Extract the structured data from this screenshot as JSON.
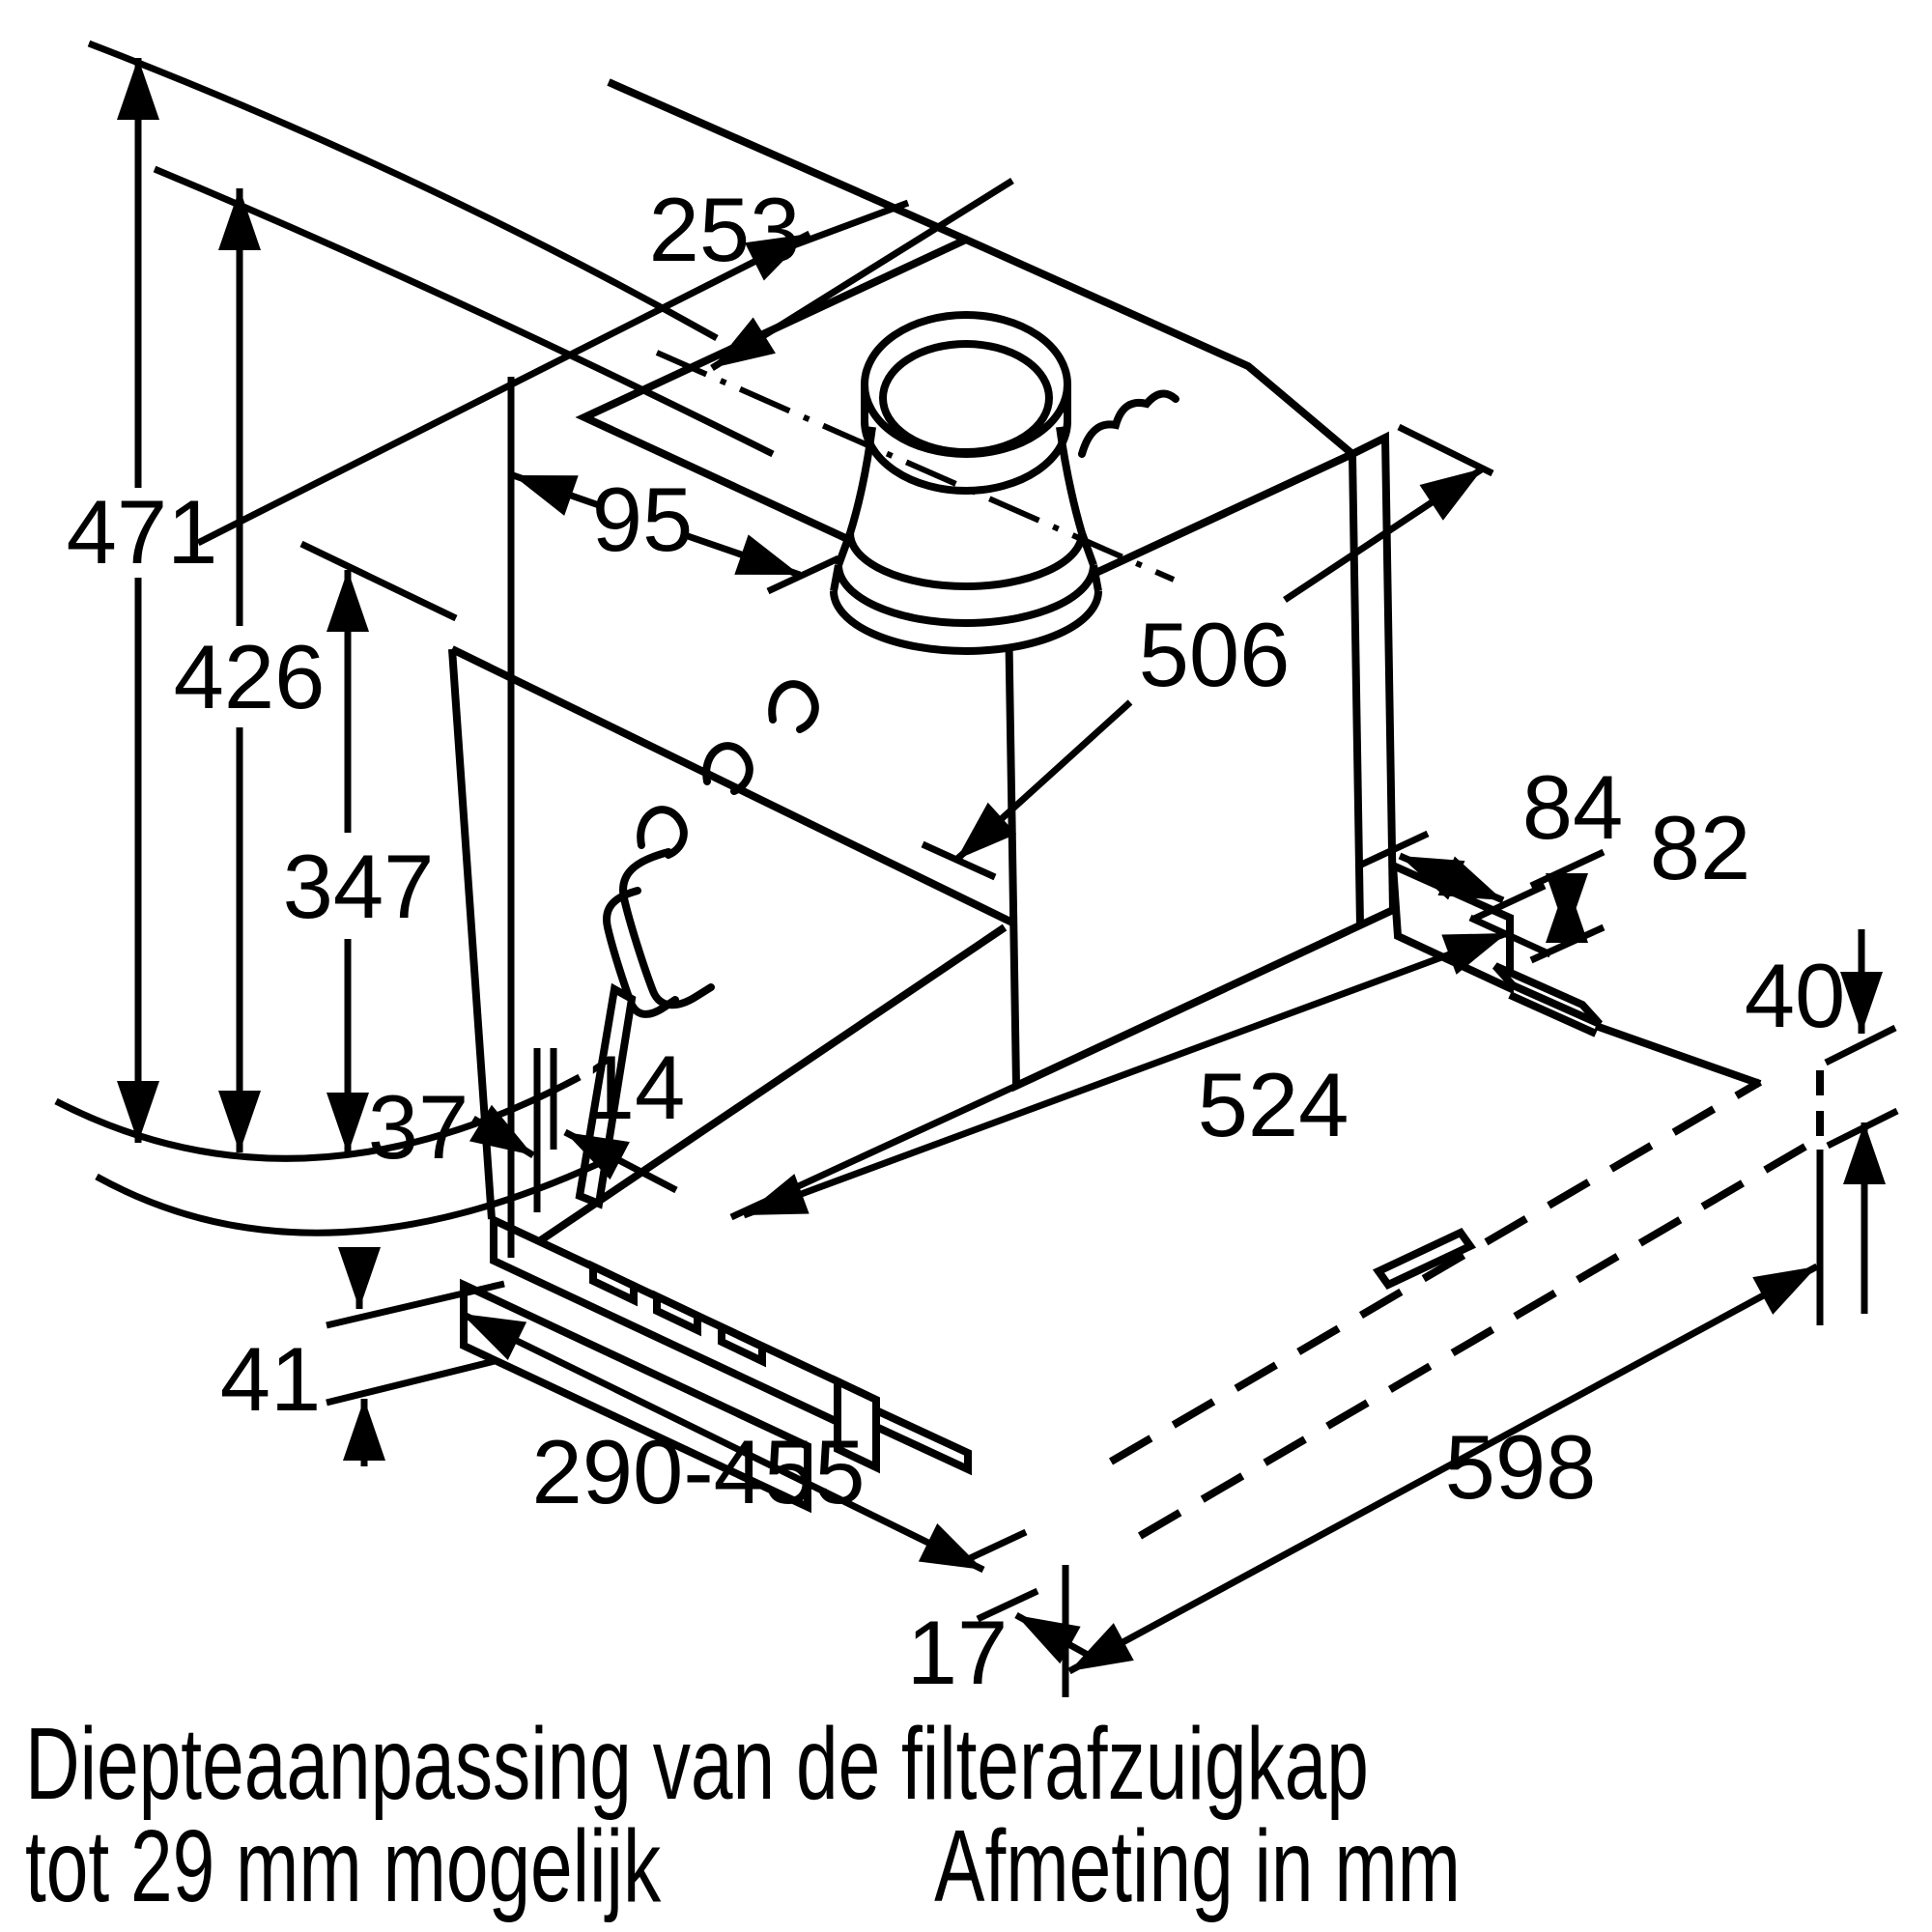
{
  "dims": {
    "d253": "253",
    "d471": "471",
    "d426": "426",
    "d347": "347",
    "d95": "95",
    "d506": "506",
    "d84": "84",
    "d82": "82",
    "d40": "40",
    "d37": "37",
    "d14": "14",
    "d524": "524",
    "d41": "41",
    "d290_455": "290-455",
    "d598": "598",
    "d17": "17"
  },
  "captions": {
    "line1": "Diepteaanpassing van de filterafzuigkap",
    "line2": "tot 29 mm mogelijk",
    "unit_note": "Afmeting in mm"
  },
  "colors": {
    "line": "#000000",
    "background": "#ffffff"
  }
}
